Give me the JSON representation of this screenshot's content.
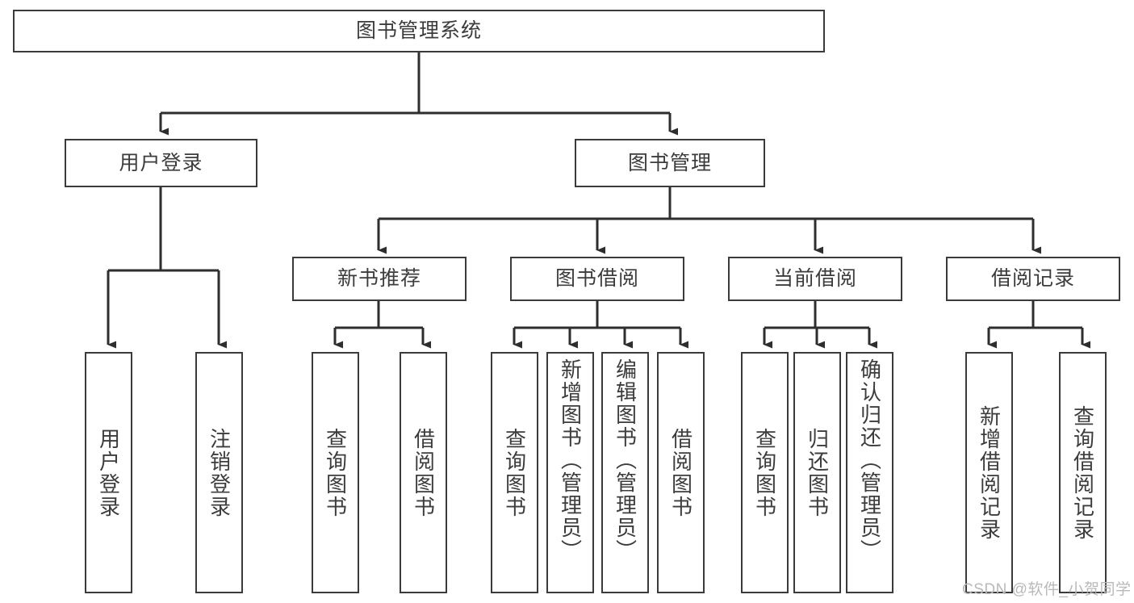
{
  "diagram": {
    "title": "图书管理系统",
    "type": "tree-hierarchy-flowchart",
    "root": {
      "label": "图书管理系统"
    },
    "level2": [
      {
        "label": "用户登录"
      },
      {
        "label": "图书管理"
      }
    ],
    "level3": [
      {
        "label": "新书推荐"
      },
      {
        "label": "图书借阅"
      },
      {
        "label": "当前借阅"
      },
      {
        "label": "借阅记录"
      }
    ],
    "leaves": {
      "user_login": [
        {
          "label": "用户登录"
        },
        {
          "label": "注销登录"
        }
      ],
      "new_book_recommend": [
        {
          "label": "查询图书"
        },
        {
          "label": "借阅图书"
        }
      ],
      "book_borrow": [
        {
          "label": "查询图书"
        },
        {
          "label": "新增图书（管理员）"
        },
        {
          "label": "编辑图书（管理员）"
        },
        {
          "label": "借阅图书"
        }
      ],
      "current_borrow": [
        {
          "label": "查询图书"
        },
        {
          "label": "归还图书"
        },
        {
          "label": "确认归还（管理员）"
        }
      ],
      "borrow_record": [
        {
          "label": "新增借阅记录"
        },
        {
          "label": "查询借阅记录"
        }
      ]
    }
  },
  "watermark": {
    "text": "CSDN @软件_小贺同学"
  },
  "colors": {
    "box_border": "#3b3b3b",
    "box_fill": "#ffffff",
    "text": "#3c3c3c",
    "edge": "#2e2e2e",
    "watermark": "#b9b9b9",
    "background": "#ffffff"
  }
}
